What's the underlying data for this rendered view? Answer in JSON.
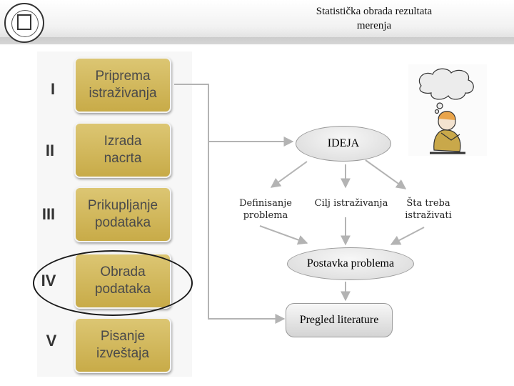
{
  "header": {
    "title_line1": "Statistička obrada rezultata",
    "title_line2": "merenja"
  },
  "stages": [
    {
      "numeral": "I",
      "label": "Priprema\nistraživanja"
    },
    {
      "numeral": "II",
      "label": "Izrada\nnacrta"
    },
    {
      "numeral": "III",
      "label": "Prikupljanje\npodataka"
    },
    {
      "numeral": "IV",
      "label": "Obrada\npodataka"
    },
    {
      "numeral": "V",
      "label": "Pisanje\nizveštaja"
    }
  ],
  "flow": {
    "idea": "IDEJA",
    "branch_left": "Definisanje\nproblema",
    "branch_mid": "Cilj istraživanja",
    "branch_right": "Šta treba\nistraživati",
    "problem": "Postavka problema",
    "literature": "Pregled literature"
  },
  "colors": {
    "stage_fill": "#cdb152",
    "node_fill": "#e4e4e4",
    "arrow": "#b3b3b3"
  },
  "icons": [
    "university-seal-logo",
    "thinking-person-illustration"
  ]
}
